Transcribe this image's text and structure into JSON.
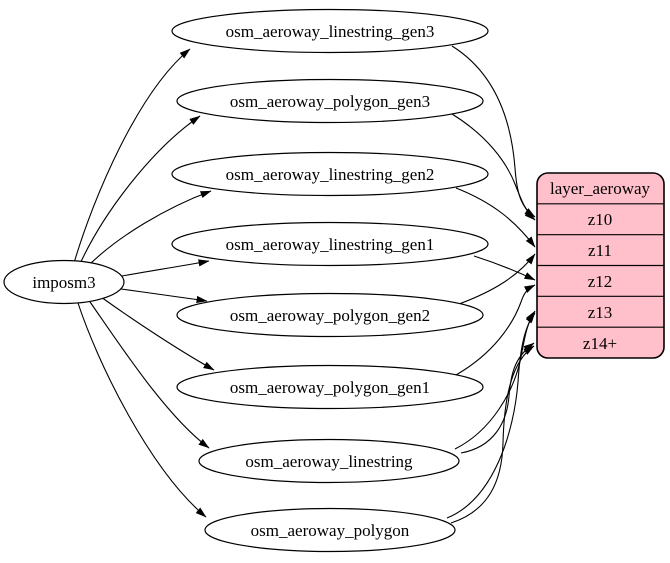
{
  "diagram": {
    "kind": "etl-flow-graph",
    "source_node": {
      "label": "imposm3"
    },
    "table_nodes": [
      {
        "label": "osm_aeroway_linestring_gen3"
      },
      {
        "label": "osm_aeroway_polygon_gen3"
      },
      {
        "label": "osm_aeroway_linestring_gen2"
      },
      {
        "label": "osm_aeroway_linestring_gen1"
      },
      {
        "label": "osm_aeroway_polygon_gen2"
      },
      {
        "label": "osm_aeroway_polygon_gen1"
      },
      {
        "label": "osm_aeroway_linestring"
      },
      {
        "label": "osm_aeroway_polygon"
      }
    ],
    "layer_node": {
      "title": "layer_aeroway",
      "zoom_rows": [
        {
          "label": "z10"
        },
        {
          "label": "z11"
        },
        {
          "label": "z12"
        },
        {
          "label": "z13"
        },
        {
          "label": "z14+"
        }
      ]
    },
    "connections": [
      {
        "from": "imposm3",
        "to": "osm_aeroway_linestring_gen3"
      },
      {
        "from": "imposm3",
        "to": "osm_aeroway_polygon_gen3"
      },
      {
        "from": "imposm3",
        "to": "osm_aeroway_linestring_gen2"
      },
      {
        "from": "imposm3",
        "to": "osm_aeroway_linestring_gen1"
      },
      {
        "from": "imposm3",
        "to": "osm_aeroway_polygon_gen2"
      },
      {
        "from": "imposm3",
        "to": "osm_aeroway_polygon_gen1"
      },
      {
        "from": "imposm3",
        "to": "osm_aeroway_linestring"
      },
      {
        "from": "imposm3",
        "to": "osm_aeroway_polygon"
      },
      {
        "from": "osm_aeroway_linestring_gen3",
        "to": "layer_aeroway:z10"
      },
      {
        "from": "osm_aeroway_polygon_gen3",
        "to": "layer_aeroway:z10"
      },
      {
        "from": "osm_aeroway_linestring_gen2",
        "to": "layer_aeroway:z11"
      },
      {
        "from": "osm_aeroway_polygon_gen2",
        "to": "layer_aeroway:z11"
      },
      {
        "from": "osm_aeroway_linestring_gen1",
        "to": "layer_aeroway:z12"
      },
      {
        "from": "osm_aeroway_polygon_gen1",
        "to": "layer_aeroway:z12"
      },
      {
        "from": "osm_aeroway_linestring",
        "to": "layer_aeroway:z13"
      },
      {
        "from": "osm_aeroway_linestring",
        "to": "layer_aeroway:z14+"
      },
      {
        "from": "osm_aeroway_polygon",
        "to": "layer_aeroway:z13"
      },
      {
        "from": "osm_aeroway_polygon",
        "to": "layer_aeroway:z14+"
      }
    ],
    "colors": {
      "layer_fill": "#ffc0cb",
      "node_fill": "#ffffff",
      "stroke": "#000000",
      "background": "#ffffff"
    }
  }
}
